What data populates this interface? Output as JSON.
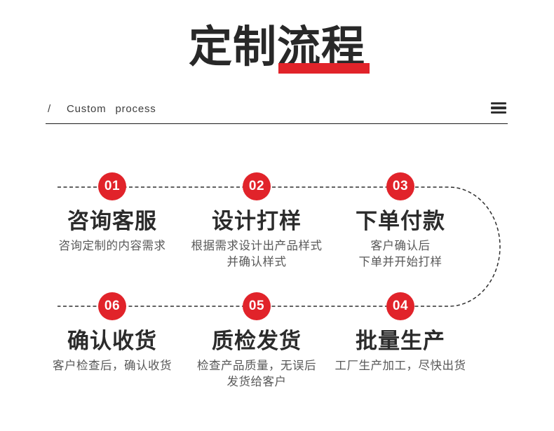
{
  "header": {
    "title": {
      "part1": "定制",
      "part2": "流程"
    },
    "subtitle_slash": "/",
    "subtitle": "Custom process",
    "menu_icon": "hamburger-menu-icon"
  },
  "colors": {
    "accent_red": "#e1232a",
    "text_dark": "#282828",
    "text_gray": "#585858",
    "line_dark": "#2e2e2e"
  },
  "steps": [
    {
      "number": "01",
      "title": "咨询客服",
      "desc_lines": [
        "咨询定制的内容需求"
      ]
    },
    {
      "number": "02",
      "title": "设计打样",
      "desc_lines": [
        "根据需求设计出产品样式",
        "并确认样式"
      ]
    },
    {
      "number": "03",
      "title": "下单付款",
      "desc_lines": [
        "客户确认后",
        "下单并开始打样"
      ]
    },
    {
      "number": "04",
      "title": "批量生产",
      "desc_lines": [
        "工厂生产加工，尽快出货"
      ]
    },
    {
      "number": "05",
      "title": "质检发货",
      "desc_lines": [
        "检查产品质量，无误后",
        "发货给客户"
      ]
    },
    {
      "number": "06",
      "title": "确认收货",
      "desc_lines": [
        "客户检查后，确认收货"
      ]
    }
  ]
}
